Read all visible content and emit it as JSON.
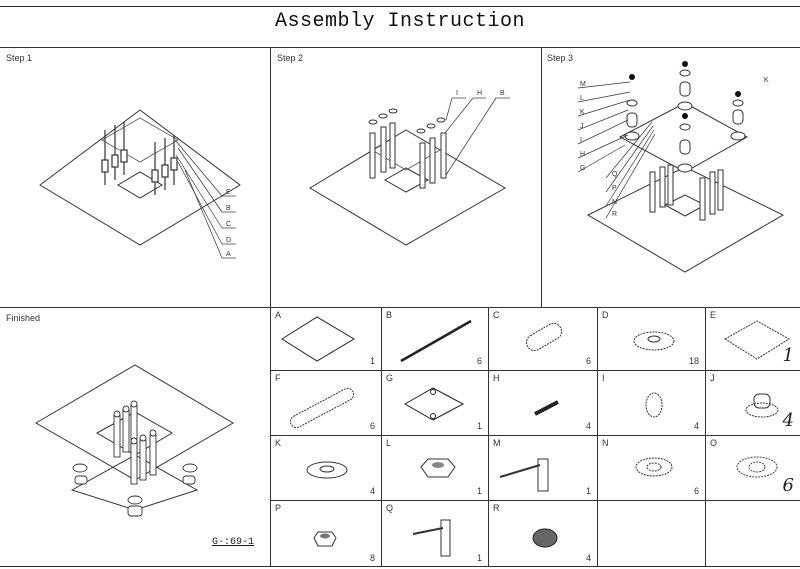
{
  "document": {
    "title": "Assembly Instruction",
    "drawing_code": "G-:69-1"
  },
  "panels": {
    "step1": {
      "label": "Step 1",
      "callouts": [
        "E",
        "B",
        "C",
        "D",
        "A"
      ]
    },
    "step2": {
      "label": "Step 2",
      "callouts": [
        "I",
        "H",
        "B"
      ]
    },
    "step3": {
      "label": "Step 3",
      "callouts_left": [
        "M",
        "L",
        "K",
        "J",
        "I",
        "H",
        "G"
      ],
      "callouts_bottom": [
        "Q",
        "P",
        "N",
        "R"
      ],
      "side_mark": "K"
    },
    "finished": {
      "label": "Finished"
    }
  },
  "parts": [
    {
      "letter": "A",
      "qty": "1",
      "hand": ""
    },
    {
      "letter": "B",
      "qty": "6",
      "hand": ""
    },
    {
      "letter": "C",
      "qty": "6",
      "hand": ""
    },
    {
      "letter": "D",
      "qty": "18",
      "hand": ""
    },
    {
      "letter": "E",
      "qty": "",
      "hand": "1"
    },
    {
      "letter": "F",
      "qty": "6",
      "hand": ""
    },
    {
      "letter": "G",
      "qty": "1",
      "hand": ""
    },
    {
      "letter": "H",
      "qty": "4",
      "hand": ""
    },
    {
      "letter": "I",
      "qty": "4",
      "hand": ""
    },
    {
      "letter": "J",
      "qty": "",
      "hand": "4"
    },
    {
      "letter": "K",
      "qty": "4",
      "hand": ""
    },
    {
      "letter": "L",
      "qty": "1",
      "hand": ""
    },
    {
      "letter": "M",
      "qty": "1",
      "hand": ""
    },
    {
      "letter": "N",
      "qty": "6",
      "hand": ""
    },
    {
      "letter": "O",
      "qty": "",
      "hand": "6"
    },
    {
      "letter": "P",
      "qty": "8",
      "hand": ""
    },
    {
      "letter": "Q",
      "qty": "1",
      "hand": ""
    },
    {
      "letter": "R",
      "qty": "4",
      "hand": ""
    }
  ]
}
